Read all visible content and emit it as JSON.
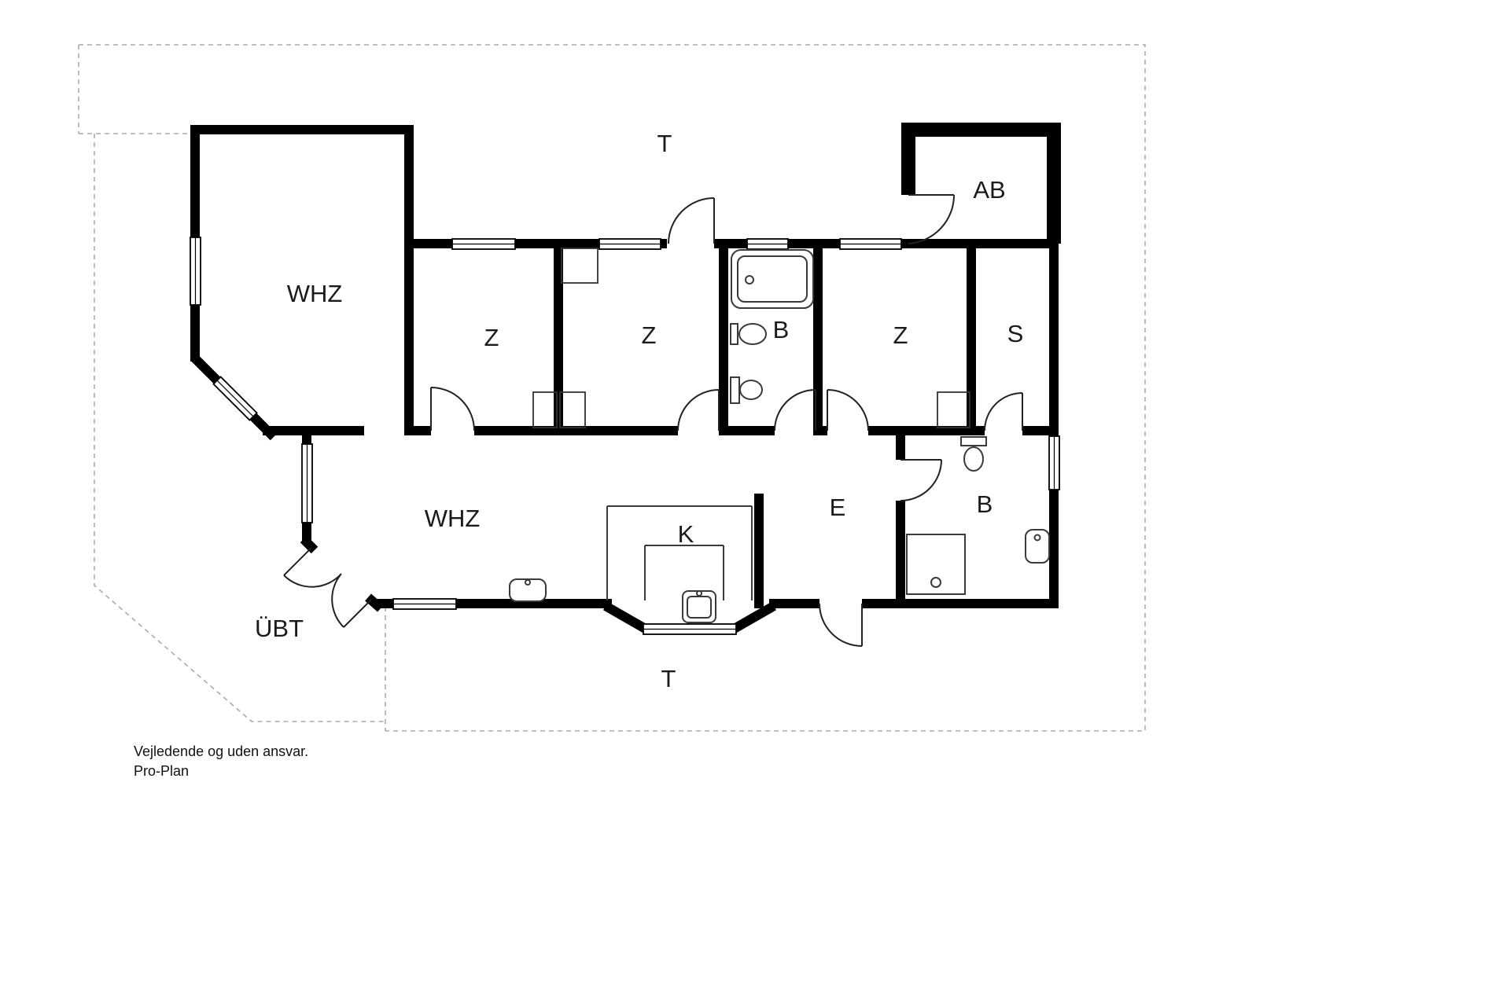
{
  "labels": {
    "terrace_top": "T",
    "ab_room": "AB",
    "living_room_upper": "WHZ",
    "bedroom_1": "Z",
    "bedroom_2": "Z",
    "bathroom_upper": "B",
    "bedroom_3": "Z",
    "sauna": "S",
    "living_room_lower": "WHZ",
    "kitchen": "K",
    "entrance": "E",
    "bathroom_lower": "B",
    "covered_terrace": "ÜBT",
    "terrace_bottom": "T"
  },
  "footer": {
    "disclaimer": "Vejledende og uden ansvar.",
    "brand": "Pro-Plan"
  },
  "colors": {
    "wall": "#000000",
    "boundary_dash": "#ababab",
    "fixture": "#3a3a3a",
    "label": "#1b1b1b",
    "background": "#ffffff"
  }
}
